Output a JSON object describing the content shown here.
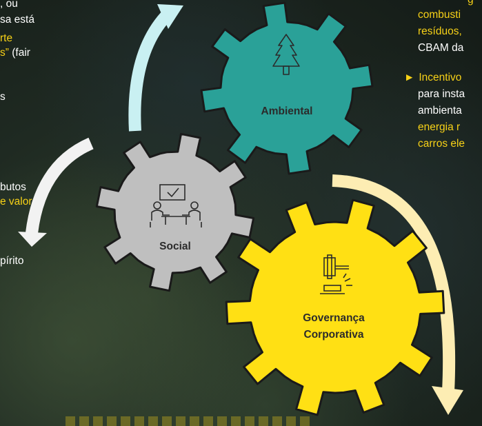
{
  "left_text": {
    "line1": ", ou",
    "line2": "sa está",
    "line3": "rte",
    "line4_a": "s”",
    "line4_b": " (fair",
    "line5": "s",
    "line6": "butos",
    "line7": "e valor",
    "line8": "pírito"
  },
  "right_text": {
    "line0": "g",
    "line1": "combusti",
    "line2": "resíduos,",
    "line3": "CBAM da",
    "line4": "Incentivo",
    "line5": "para insta",
    "line6": "ambienta",
    "line7": "energia r",
    "line8": "carros ele"
  },
  "gears": {
    "ambiental": {
      "label": "Ambiental",
      "color": "#2aa198",
      "icon": "tree-icon"
    },
    "social": {
      "label": "Social",
      "color": "#bfbfbf",
      "icon": "meeting-icon"
    },
    "governanca": {
      "label_line1": "Governança",
      "label_line2": "Corporativa",
      "color": "#ffe014",
      "icon": "gavel-icon"
    }
  },
  "colors": {
    "accent_yellow": "#f7d117",
    "arrow_light_blue": "#c9f0f2",
    "arrow_white": "#f2f2f2",
    "arrow_cream": "#fdedb3"
  }
}
